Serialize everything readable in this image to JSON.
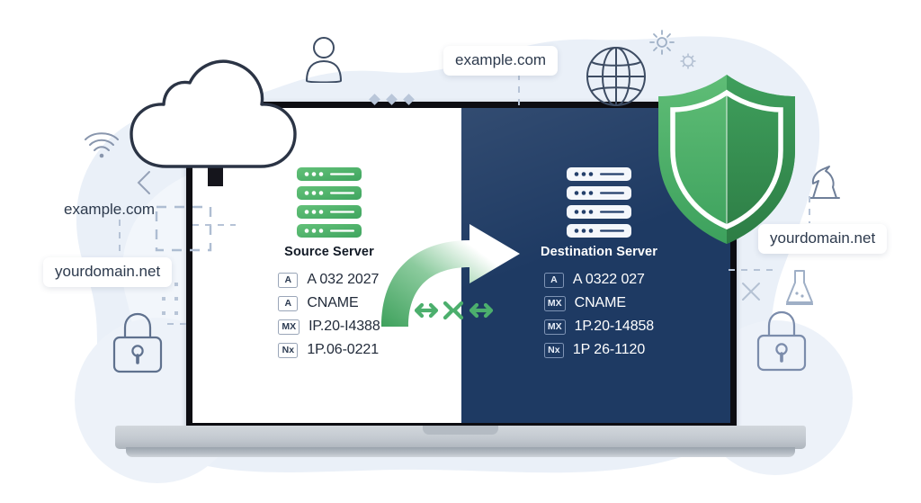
{
  "illustration": {
    "title": "DNS records migration from source server to destination server on laptop",
    "colors": {
      "navy_screen": "#1e3a63",
      "green_accent": "#4caf6d",
      "green_dark": "#2f8f4e",
      "bezel": "#0d0d12",
      "blob": "#e9eff7",
      "outline": "#3d4c63"
    }
  },
  "screen": {
    "left_pane": {
      "server_icon": "server-rack-icon",
      "title": "Source Server",
      "records": [
        {
          "type": "A",
          "value": "A 032 2027"
        },
        {
          "type": "A",
          "value": "CNAME"
        },
        {
          "type": "MX",
          "value": "IP.20-I4388"
        },
        {
          "type": "Nx",
          "value": "1P.06-0221"
        }
      ]
    },
    "right_pane": {
      "server_icon": "server-rack-icon",
      "title": "Destination Server",
      "records": [
        {
          "type": "A",
          "value": "A 0322 027"
        },
        {
          "type": "MX",
          "value": "CNAME"
        },
        {
          "type": "MX",
          "value": "1P.20-14858"
        },
        {
          "type": "Nx",
          "value": "1P 26-1120"
        }
      ]
    },
    "transfer": {
      "arrow_icon": "curved-transfer-arrow-icon",
      "sync_icon": "bidirectional-sync-arrows-icon"
    }
  },
  "labels": {
    "example_top": "example.com",
    "example_left": "example.com",
    "yourdomain_left": "yourdomain.net",
    "yourdomain_right": "yourdomain.net"
  },
  "decor": {
    "cloud": "cloud-icon",
    "shield": "security-shield-icon",
    "globe": "globe-wireframe-icon",
    "wifi": "wifi-signal-icon",
    "lock_left": "padlock-icon",
    "lock_right": "padlock-icon",
    "person": "user-person-icon",
    "flask": "flask-beaker-icon",
    "chess": "chess-knight-icon",
    "gear_small": "gear-icon",
    "sun_small": "sun-sparkle-icon",
    "chevron_left": "chevron-left-icon",
    "cross": "cross-x-icon",
    "dashed_box": "dashed-rectangle",
    "dot_grid": "dot-grid",
    "diamonds": "diamond-dots"
  }
}
